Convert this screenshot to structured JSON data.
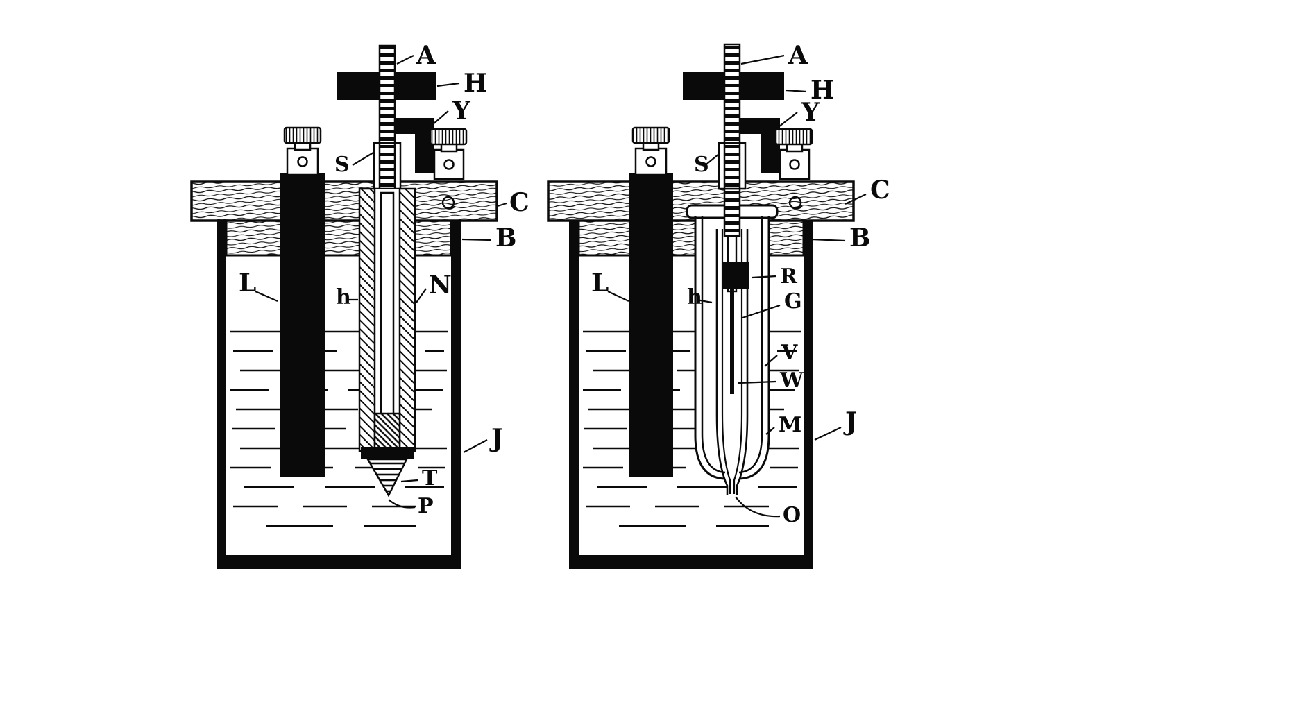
{
  "figure_type": "apparatus-diagram",
  "colors": {
    "ink": "#0a0a0a",
    "paper": "#ffffff"
  },
  "left": {
    "labels": {
      "A": "A",
      "H": "H",
      "Y": "Y",
      "S": "S",
      "C": "C",
      "B": "B",
      "L": "L",
      "h": "h",
      "N": "N",
      "J": "J",
      "T": "T",
      "P": "P"
    }
  },
  "right": {
    "labels": {
      "A": "A",
      "H": "H",
      "Y": "Y",
      "S": "S",
      "C": "C",
      "B": "B",
      "L": "L",
      "h": "h",
      "R": "R",
      "G": "G",
      "V": "V",
      "W": "W",
      "M": "M",
      "J": "J",
      "O": "O"
    }
  }
}
